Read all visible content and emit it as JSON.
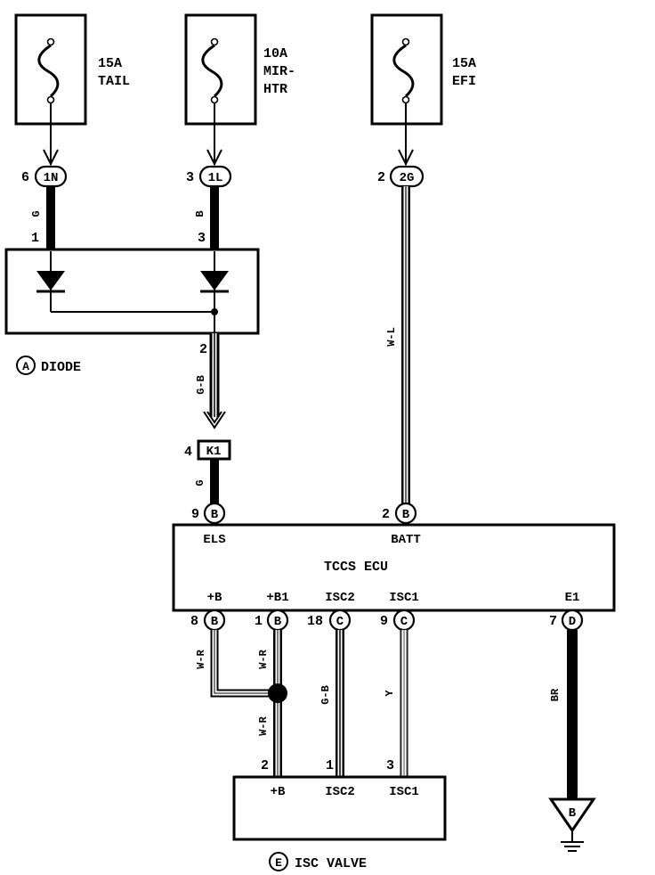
{
  "fuses": [
    {
      "rating": "15A",
      "name_lines": [
        "TAIL"
      ]
    },
    {
      "rating": "10A",
      "name_lines": [
        "MIR-",
        "HTR"
      ]
    },
    {
      "rating": "15A",
      "name_lines": [
        "EFI"
      ]
    }
  ],
  "junction_connectors": [
    {
      "pin": "6",
      "code": "1N"
    },
    {
      "pin": "3",
      "code": "1L"
    },
    {
      "pin": "2",
      "code": "2G"
    }
  ],
  "wire_colors": {
    "tail_feed": "G",
    "mir_htr_feed": "B",
    "efi_feed": "W-L",
    "diode_out": "G-B",
    "k1_out": "G",
    "plus_b": "W-R",
    "plus_b1": "W-R",
    "isc_splice": "W-R",
    "isc2": "G-B",
    "isc1": "Y",
    "e1": "BR"
  },
  "diode": {
    "badge": "A",
    "label": "DIODE",
    "pins": {
      "in_tail": "1",
      "in_mir": "3",
      "out": "2"
    }
  },
  "k1": {
    "pin": "4",
    "code": "K1"
  },
  "ecu": {
    "title": "TCCS ECU",
    "top_terminals": [
      {
        "pin": "9",
        "conn": "B",
        "name": "ELS"
      },
      {
        "pin": "2",
        "conn": "B",
        "name": "BATT"
      }
    ],
    "bottom_terminals": [
      {
        "pin": "8",
        "conn": "B",
        "name": "+B"
      },
      {
        "pin": "1",
        "conn": "B",
        "name": "+B1"
      },
      {
        "pin": "18",
        "conn": "C",
        "name": "ISC2"
      },
      {
        "pin": "9",
        "conn": "C",
        "name": "ISC1"
      },
      {
        "pin": "7",
        "conn": "D",
        "name": "E1"
      }
    ]
  },
  "isc_valve": {
    "badge": "E",
    "label": "ISC VALVE",
    "terminals": [
      {
        "pin": "2",
        "name": "+B"
      },
      {
        "pin": "1",
        "name": "ISC2"
      },
      {
        "pin": "3",
        "name": "ISC1"
      }
    ]
  },
  "ground": {
    "code": "B"
  }
}
